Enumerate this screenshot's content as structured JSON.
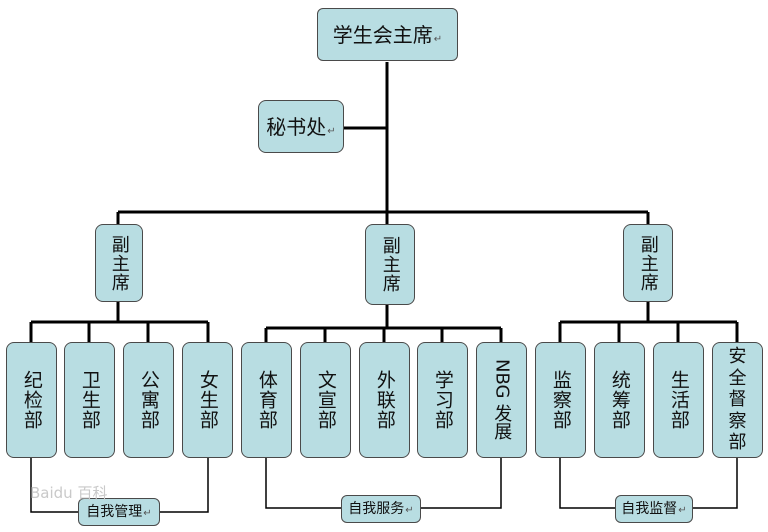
{
  "chair": "学生会主席",
  "secretariat": "秘书处",
  "vice_chair": [
    "副主席",
    "副主席",
    "副主席"
  ],
  "departments": {
    "group1": [
      "纪检部",
      "卫生部",
      "公寓部",
      "女生部"
    ],
    "group2": [
      "体育部",
      "文宣部",
      "外联部",
      "学习部",
      "NBG 发展"
    ],
    "group3": [
      "监察部",
      "统筹部",
      "生活部",
      "安全督察部"
    ]
  },
  "groups": [
    "自我管理",
    "自我服务",
    "自我监督"
  ],
  "return_mark": "↵",
  "watermark": "Baidu 百科",
  "colors": {
    "box_fill": "#b8dde2",
    "box_border": "#4a4a4a",
    "line": "#000000"
  }
}
